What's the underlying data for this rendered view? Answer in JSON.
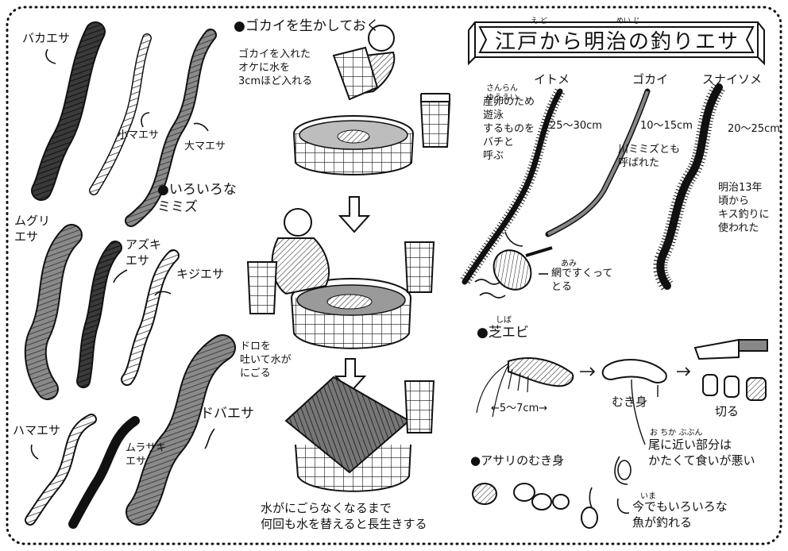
{
  "title": {
    "text": "江戸から明治の釣りエサ",
    "ruby_edo": "え ど",
    "ruby_meiji": "めい じ"
  },
  "worms": {
    "bakaesa": "バカエサ",
    "komaesa": "小マエサ",
    "oomaesa": "大マエサ",
    "iroiro_mimizu": "●いろいろな\nミミズ",
    "muguriesa": "ムグリ\nエサ",
    "azukiesa": "アズキ\nエサ",
    "kijiesa": "キジエサ",
    "dobaesa": "ドバエサ",
    "hamaesa": "ハマエサ",
    "murasakiesa": "ムラサキ\nエサ"
  },
  "gokai_steps": {
    "heading": "●ゴカイを生かしておく",
    "step1": "ゴカイを入れた\nオケに水を\n3cmほど入れる",
    "step2": "ドロを\n吐いて水が\nにごる",
    "step3": "水がにごらなくなるまで\n何回も水を替えると長生きする"
  },
  "bait_worms": {
    "itome": "イトメ",
    "itome_size": "25～30cm",
    "itome_note": "産卵のため\n遊泳\nするものを\nバチと\n呼ぶ",
    "itome_ruby": "さんらん\nゆうえい",
    "gokai": "ゴカイ",
    "gokai_size": "10～15cm",
    "gokai_note": "川ミミズとも\n呼ばれた",
    "sunaisome": "スナイソメ",
    "sunaisome_size": "20～25cm",
    "sunaisome_note": "明治13年\n頃から\nキス釣りに\n使われた",
    "net_note": "網ですくって\nとる",
    "net_ruby": "あみ"
  },
  "shrimp": {
    "heading": "●芝エビ",
    "heading_ruby": "しば",
    "size": "←5～7cm→",
    "mukimi": "むき身",
    "cut": "切る",
    "tail_note": "尾に近い部分は\nかたくて食いが悪い",
    "tail_ruby": "お  ちか    ぶぶん",
    "still_note": "今でもいろいろな\n魚が釣れる",
    "still_ruby": "いま"
  },
  "asari": {
    "heading": "●アサリのむき身"
  }
}
